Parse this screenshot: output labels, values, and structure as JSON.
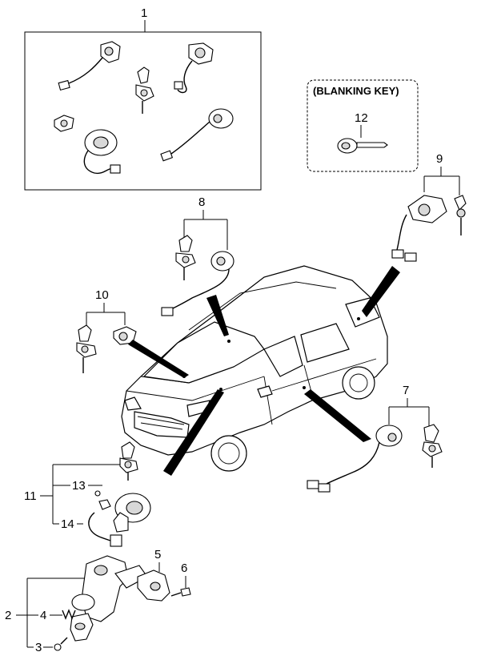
{
  "callouts": {
    "c1": "1",
    "c2": "2",
    "c3": "3",
    "c4": "4",
    "c5": "5",
    "c6": "6",
    "c7": "7",
    "c8": "8",
    "c9": "9",
    "c10": "10",
    "c11": "11",
    "c12": "12",
    "c13": "13",
    "c14": "14"
  },
  "blanking_box": {
    "title": "(BLANKING KEY)"
  }
}
